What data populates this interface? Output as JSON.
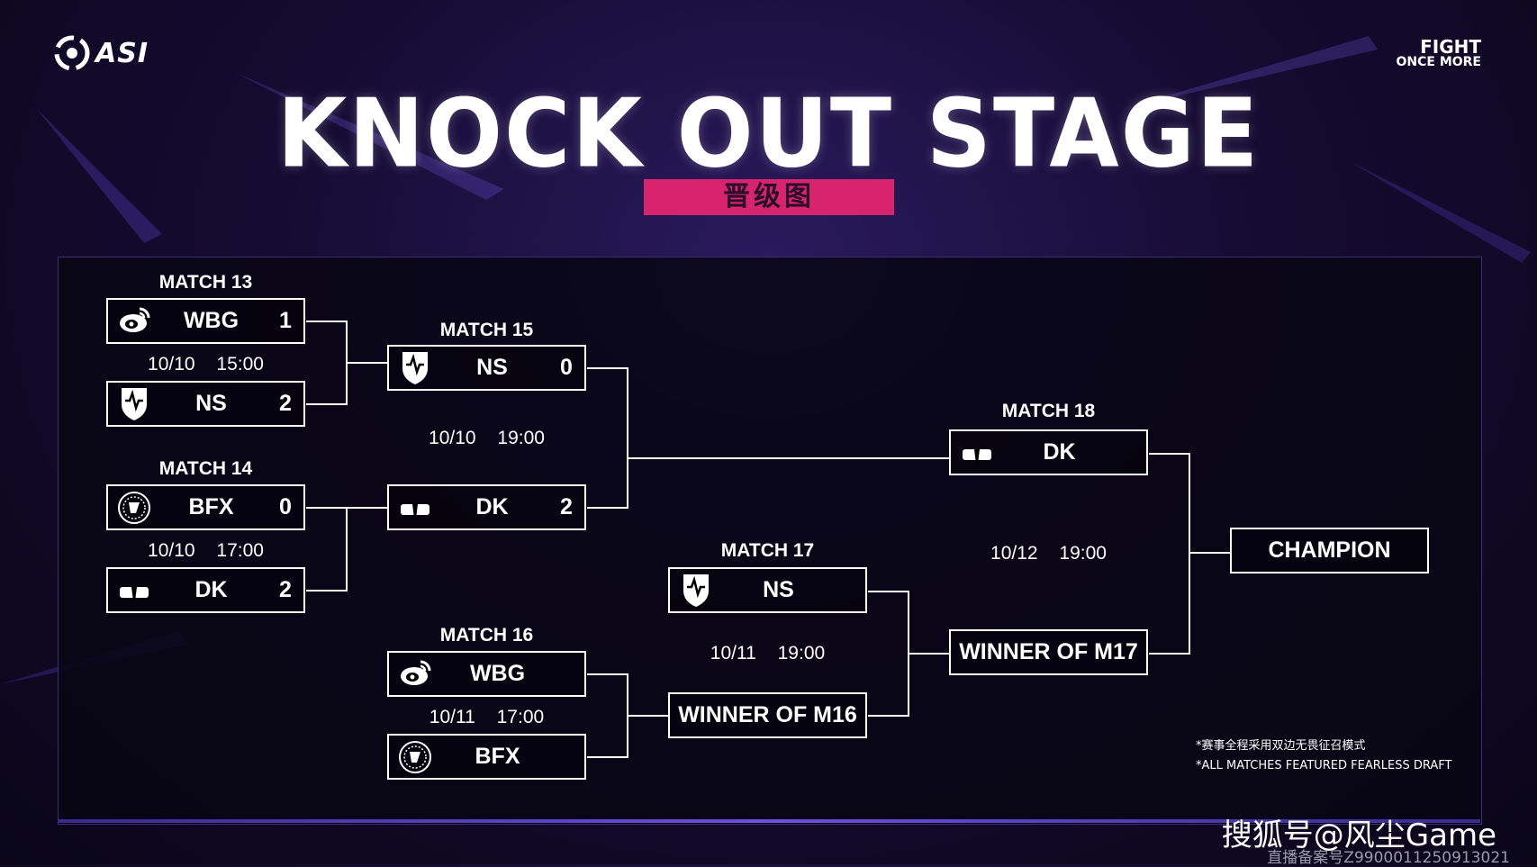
{
  "header": {
    "logo_text": "ASI",
    "slogan_line1": "FIGHT",
    "slogan_line2": "ONCE MORE",
    "title": "KNOCK OUT STAGE",
    "subtitle": "晋级图"
  },
  "bracket": {
    "match13": {
      "label": "MATCH 13",
      "time": "10/10 15:00",
      "team_a": {
        "name": "WBG",
        "score": "1",
        "icon": "weibo-gaming-icon"
      },
      "team_b": {
        "name": "NS",
        "score": "2",
        "icon": "nongshim-icon"
      }
    },
    "match14": {
      "label": "MATCH 14",
      "time": "10/10 17:00",
      "team_a": {
        "name": "BFX",
        "score": "0",
        "icon": "bfx-icon"
      },
      "team_b": {
        "name": "DK",
        "score": "2",
        "icon": "dk-icon"
      }
    },
    "match15": {
      "label": "MATCH 15",
      "time": "10/10 19:00",
      "team_a": {
        "name": "NS",
        "score": "0",
        "icon": "nongshim-icon"
      },
      "team_b": {
        "name": "DK",
        "score": "2",
        "icon": "dk-icon"
      }
    },
    "match16": {
      "label": "MATCH 16",
      "time": "10/11 17:00",
      "team_a": {
        "name": "WBG",
        "icon": "weibo-gaming-icon"
      },
      "team_b": {
        "name": "BFX",
        "icon": "bfx-icon"
      }
    },
    "match17": {
      "label": "MATCH 17",
      "time": "10/11 19:00",
      "team_a": {
        "name": "NS",
        "icon": "nongshim-icon"
      },
      "team_b": {
        "name": "WINNER OF M16"
      }
    },
    "match18": {
      "label": "MATCH 18",
      "time": "10/12 19:00",
      "team_a": {
        "name": "DK",
        "icon": "dk-icon"
      },
      "team_b": {
        "name": "WINNER OF M17"
      }
    },
    "champion": "CHAMPION"
  },
  "notes": {
    "cn": "*赛事全程采用双边无畏征召模式",
    "en": "*ALL MATCHES FEATURED FEARLESS DRAFT"
  },
  "watermark": {
    "brand": "搜狐号@风尘Game",
    "record": "直播备案号Z9900011250913021"
  },
  "colors": {
    "accent": "#d8236f",
    "line": "#ffffff",
    "panel_edge": "#6b4fe0"
  }
}
